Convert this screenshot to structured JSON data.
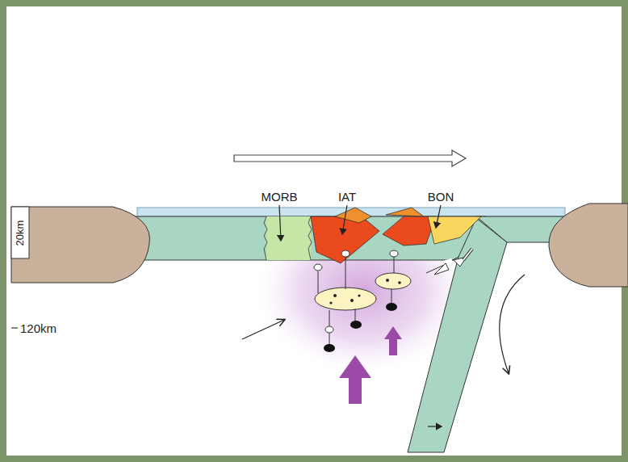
{
  "diagram": {
    "labels": [
      "MORB",
      "IAT",
      "BON",
      "20km",
      "120km"
    ]
  }
}
